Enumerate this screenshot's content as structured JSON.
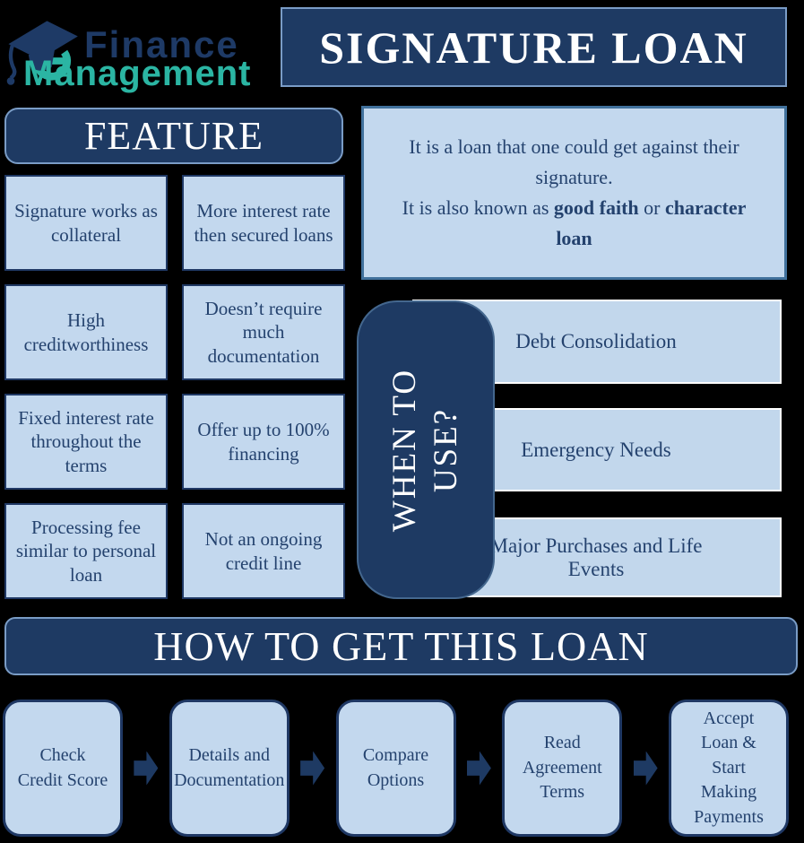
{
  "brand": {
    "logo_icon": "graduation-cap-icon",
    "name_line1": "Finance",
    "name_line2": "Management"
  },
  "header": {
    "title": "SIGNATURE LOAN"
  },
  "definition": {
    "sentence1": "It is a loan that one could get against their signature.",
    "sentence2_t1": "It is also known as ",
    "sentence2_b1": "good faith",
    "sentence2_t2": " or ",
    "sentence2_b2": "character loan"
  },
  "features": {
    "heading": "FEATURE",
    "items": [
      "Signature works as collateral",
      "More interest rate then secured loans",
      "High creditworthiness",
      "Doesn’t require much documentation",
      "Fixed interest rate throughout the terms",
      "Offer up to 100% financing",
      "Processing fee similar to personal loan",
      "Not an ongoing credit line"
    ]
  },
  "when_to_use": {
    "heading_line1": "WHEN TO",
    "heading_line2": "USE?",
    "items": [
      "Debt Consolidation",
      "Emergency Needs",
      "Major Purchases and Life Events"
    ]
  },
  "how_to_get": {
    "heading": "HOW TO GET THIS LOAN",
    "steps": [
      "Check Credit Score",
      "Details and Documentation",
      "Compare Options",
      "Read Agreement Terms",
      "Accept Loan & Start Making Payments"
    ]
  },
  "colors": {
    "background": "#000000",
    "navy": "#1E3A63",
    "light_blue": "#C3D8EE",
    "teal": "#2BB5A3",
    "steel_border": "#41719C",
    "light_border": "#7A9CC6",
    "text_navy": "#24426E",
    "white": "#FFFFFF"
  }
}
